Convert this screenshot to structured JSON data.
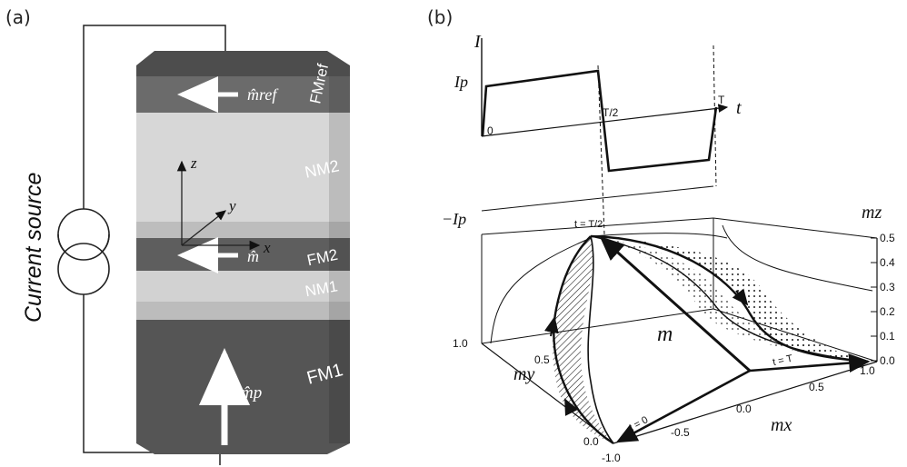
{
  "panel_a": {
    "label": "(a)",
    "current_source": "Current source",
    "layers": {
      "fmref": "FMref",
      "nm2": "NM2",
      "fm2": "FM2",
      "nm1": "NM1",
      "fm1": "FM1"
    },
    "vectors": {
      "m_ref": "m̂ref",
      "m": "m̂",
      "m_p": "m̂p"
    },
    "axes": {
      "z": "z",
      "y": "y",
      "x": "x"
    },
    "colors": {
      "dark": "#5a5a5a",
      "light": "#cfcfcf",
      "mid": "#8c8c8c",
      "fm1": "#555555"
    }
  },
  "panel_b": {
    "label": "(b)",
    "pulse": {
      "y_axis": "I",
      "t_axis": "t",
      "ip": "Ip",
      "minus_ip": "−Ip",
      "zero": "0",
      "half_period": "T/2",
      "period": "T"
    },
    "plot3d": {
      "mz_label": "mz",
      "my_label": "my",
      "mx_label": "mx",
      "m_vec": "m⃗",
      "mz_ticks": [
        "0.5",
        "0.4",
        "0.3",
        "0.2",
        "0.1",
        "0.0"
      ],
      "mx_ticks": [
        "-1.0",
        "-0.5",
        "0.0",
        "0.5",
        "1.0"
      ],
      "my_ticks": [
        "0.0",
        "0.5",
        "1.0"
      ],
      "t_labels": {
        "t0": "t = 0",
        "t_half": "t = T/2",
        "t_end": "t = T"
      }
    }
  }
}
